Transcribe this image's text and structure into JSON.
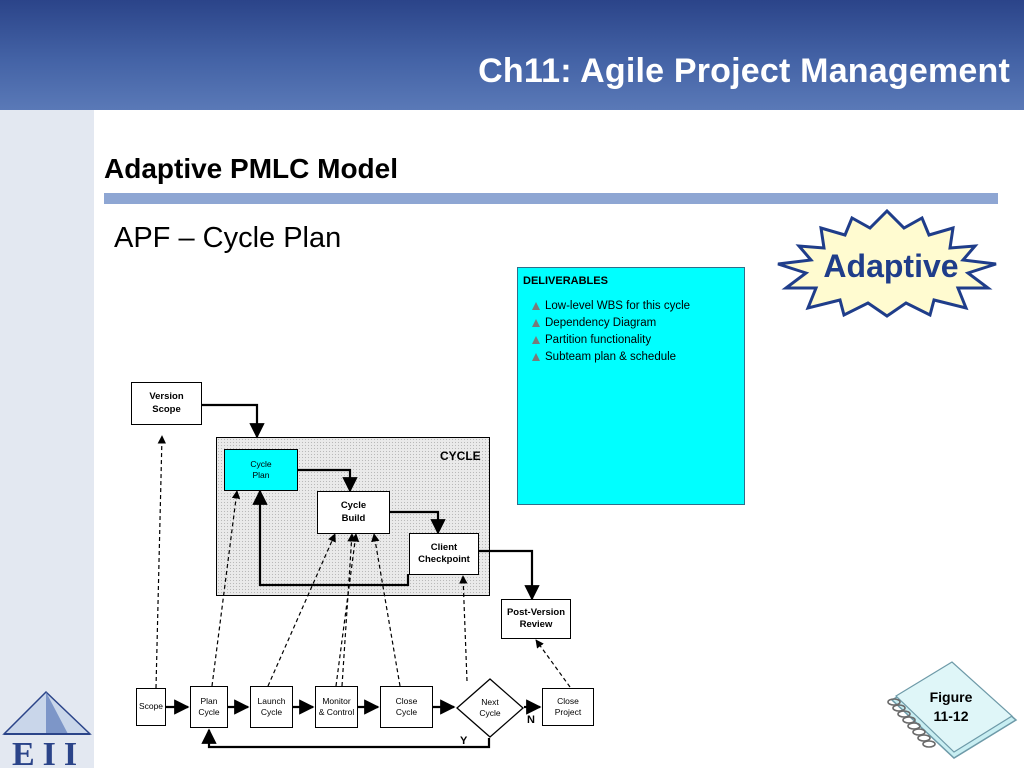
{
  "header": {
    "title": "Ch11: Agile Project Management"
  },
  "slide": {
    "section_title": "Adaptive PMLC Model",
    "subtitle": "APF – Cycle Plan"
  },
  "badge": {
    "label": "Adaptive"
  },
  "deliverables": {
    "title": "DELIVERABLES",
    "items": [
      "Low-level WBS for this cycle",
      "Dependency Diagram",
      "Partition functionality",
      "Subteam plan & schedule"
    ]
  },
  "diagram": {
    "cycle_label": "CYCLE",
    "nodes": {
      "version_scope": "Version\nScope",
      "cycle_plan": "Cycle\nPlan",
      "cycle_build": "Cycle\nBuild",
      "client_checkpoint": "Client\nCheckpoint",
      "post_version_review": "Post-Version\nReview",
      "scope": "Scope",
      "plan_cycle": "Plan\nCycle",
      "launch_cycle": "Launch\nCycle",
      "monitor_control": "Monitor\n& Control",
      "close_cycle": "Close\nCycle",
      "next_cycle": "Next\nCycle",
      "close_project": "Close\nProject"
    },
    "decision_yes": "Y",
    "decision_no": "N"
  },
  "figure": {
    "label": "Figure\n11-12"
  },
  "logo": {
    "text": "EII"
  },
  "colors": {
    "header": "#2b4489",
    "rule": "#8ea6d3",
    "deliverables_bg": "#00ffff",
    "badge_fill": "#fffbd0",
    "badge_text": "#1f3d8a"
  }
}
